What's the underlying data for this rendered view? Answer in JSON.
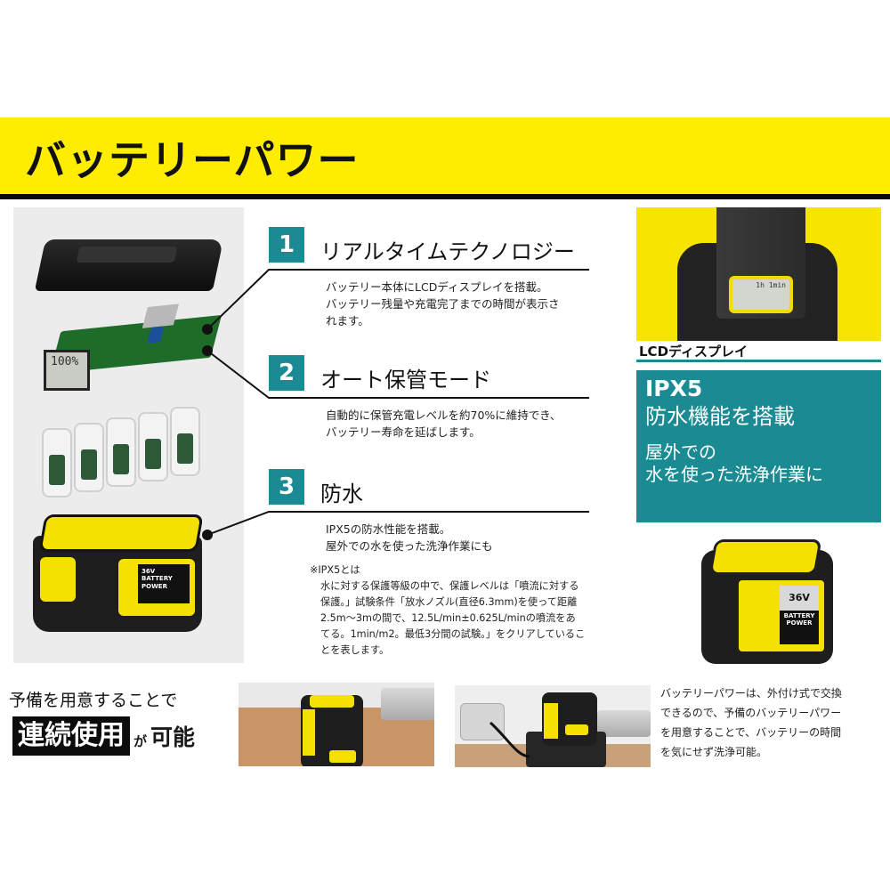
{
  "header": {
    "title": "バッテリーパワー",
    "band_color": "#ffed00",
    "accent_color": "#1a8a93"
  },
  "exploded_view": {
    "lcd_readout": "100%",
    "case_label": "BATTERY POWER",
    "case_voltage": "36V"
  },
  "features": [
    {
      "number": "1",
      "title": "リアルタイムテクノロジー",
      "body": [
        "バッテリー本体にLCDディスプレイを搭載。",
        "バッテリー残量や充電完了までの時間が表示さ",
        "れます。"
      ]
    },
    {
      "number": "2",
      "title": "オート保管モード",
      "body": [
        "自動的に保管充電レベルを約70%に維持でき、",
        "バッテリー寿命を延ばします。"
      ]
    },
    {
      "number": "3",
      "title": "防水",
      "body": [
        "IPX5の防水性能を搭載。",
        "屋外での水を使った洗浄作業にも"
      ]
    }
  ],
  "ipx5_note": {
    "heading": "※IPX5とは",
    "lines": [
      "水に対する保護等級の中で、保護レベルは「噴流に対する",
      "保護。」試験条件「放水ノズル(直径6.3mm)を使って距離",
      "2.5m～3mの間で、12.5L/min±0.625L/minの噴流をあ",
      "てる。1min/m2。最低3分間の試験。」をクリアしているこ",
      "とを表します。"
    ]
  },
  "lcd_photo": {
    "screen_text": "1h 1min",
    "caption": "LCDディスプレイ"
  },
  "ipx5_box": {
    "title": "IPX5",
    "subtitle": "防水機能を搭載",
    "desc_line1": "屋外での",
    "desc_line2": "水を使った洗浄作業に"
  },
  "battery_photo": {
    "voltage": "36V",
    "label": "BATTERY POWER"
  },
  "spare": {
    "line1": "予備を用意することで",
    "highlight": "連続使用",
    "particle": "が",
    "ending": "可能"
  },
  "spare_description": {
    "lines": [
      "バッテリーパワーは、外付け式で交換",
      "できるので、予備のバッテリーパワー",
      "を用意することで、バッテリーの時間",
      "を気にせず洗浄可能。"
    ]
  }
}
